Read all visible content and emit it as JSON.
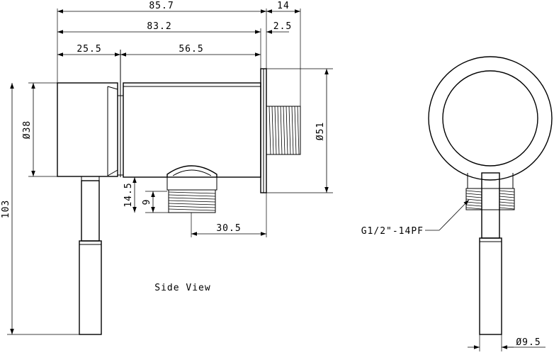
{
  "dimensions": {
    "overall_length": "85.7",
    "thread_length": "14",
    "body_length": "83.2",
    "flange_thickness": "2.5",
    "handle_block_length": "25.5",
    "body_right_length": "56.5",
    "body_diameter": "Ø38",
    "flange_diameter": "Ø51",
    "overall_height": "103",
    "outlet_height": "14.5",
    "outlet_thread_height": "9",
    "outlet_offset": "30.5",
    "lever_diameter": "Ø9.5"
  },
  "labels": {
    "view_title": "Side View",
    "thread_callout": "G1/2\"-14PF"
  }
}
